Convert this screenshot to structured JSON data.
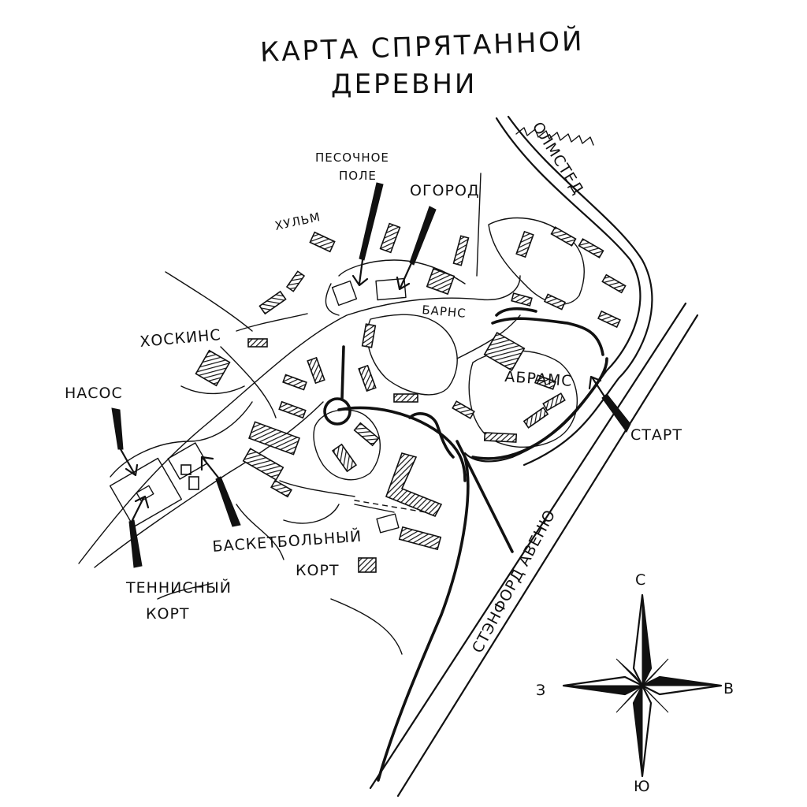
{
  "map": {
    "title_line1": "КАРТА СПРЯТАННОЙ",
    "title_line2": "ДЕРЕВНИ",
    "labels": {
      "sand_field_1": "ПЕСОЧНОЕ",
      "sand_field_2": "ПОЛЕ",
      "garden": "ОГОРОД",
      "hulm": "ХУЛЬМ",
      "barns": "БАРНС",
      "hoskins": "ХОСКИНС",
      "abrams": "АБРАМС",
      "start": "СТАРТ",
      "pump": "НАСОС",
      "basketball_1": "БАСКЕТБОЛЬНЫЙ",
      "basketball_2": "КОРТ",
      "tennis_1": "ТЕННИСНЫЙ",
      "tennis_2": "КОРТ",
      "olmsted": "ОЛМСТЕД",
      "stanford_avenue": "СТЭНФОРД АВЕНЮ"
    },
    "compass": {
      "north": "С",
      "east": "В",
      "south": "Ю",
      "west": "З"
    }
  }
}
